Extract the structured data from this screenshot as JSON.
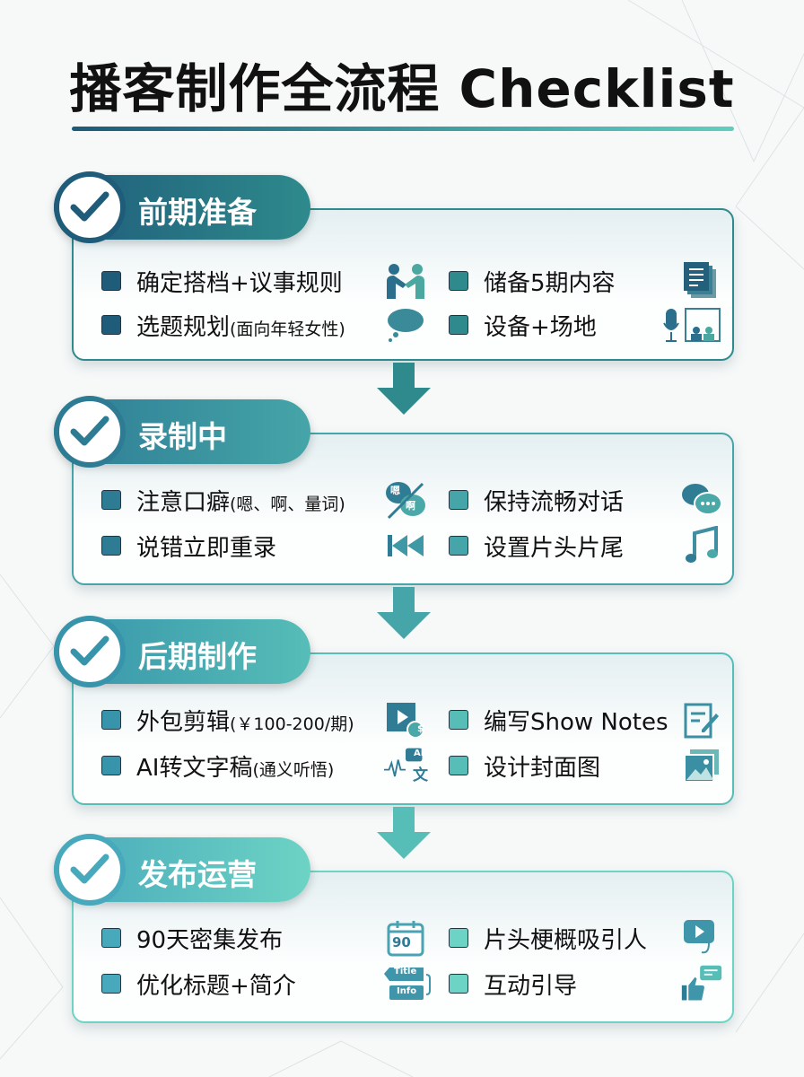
{
  "title": "播客制作全流程 Checklist",
  "sections": [
    {
      "title": "前期准备",
      "c1": "#1f5c7a",
      "c2": "#2e8a8c",
      "items": [
        {
          "label": "确定搭档+议事规则",
          "icon": "handshake-icon"
        },
        {
          "label": "储备5期内容",
          "icon": "documents-icon"
        },
        {
          "label": "选题规划",
          "note": "(面向年轻女性)",
          "icon": "thought-bubble-icon"
        },
        {
          "label": "设备+场地",
          "icon": "microphone-studio-icon"
        }
      ]
    },
    {
      "title": "录制中",
      "c1": "#2d7c94",
      "c2": "#45a5a8",
      "items": [
        {
          "label": "注意口癖",
          "note": "(嗯、啊、量词)",
          "icon": "no-filler-words-icon",
          "icon_text": [
            "嗯",
            "啊"
          ]
        },
        {
          "label": "保持流畅对话",
          "icon": "chat-bubbles-icon"
        },
        {
          "label": "说错立即重录",
          "icon": "rewind-icon"
        },
        {
          "label": "设置片头片尾",
          "icon": "music-note-icon"
        }
      ]
    },
    {
      "title": "后期制作",
      "c1": "#3794aa",
      "c2": "#56bdb7",
      "items": [
        {
          "label": "外包剪辑",
          "note": "(￥100-200/期)",
          "icon": "video-money-icon",
          "icon_text": [
            "$"
          ]
        },
        {
          "label": "编写Show Notes",
          "icon": "notepad-pen-icon"
        },
        {
          "label": "AI转文字稿",
          "note": "(通义听悟)",
          "icon": "ai-transcribe-icon",
          "icon_text": [
            "AI",
            "文"
          ]
        },
        {
          "label": "设计封面图",
          "icon": "image-icon"
        }
      ]
    },
    {
      "title": "发布运营",
      "c1": "#47a9bb",
      "c2": "#6dd3c4",
      "items": [
        {
          "label": "90天密集发布",
          "icon": "calendar-icon",
          "icon_text": [
            "90"
          ]
        },
        {
          "label": "片头梗概吸引人",
          "icon": "play-hook-icon"
        },
        {
          "label": "优化标题+简介",
          "icon": "title-info-tags-icon",
          "icon_text": [
            "Title",
            "Info"
          ]
        },
        {
          "label": "互动引导",
          "icon": "thumbs-up-comment-icon"
        }
      ]
    }
  ]
}
